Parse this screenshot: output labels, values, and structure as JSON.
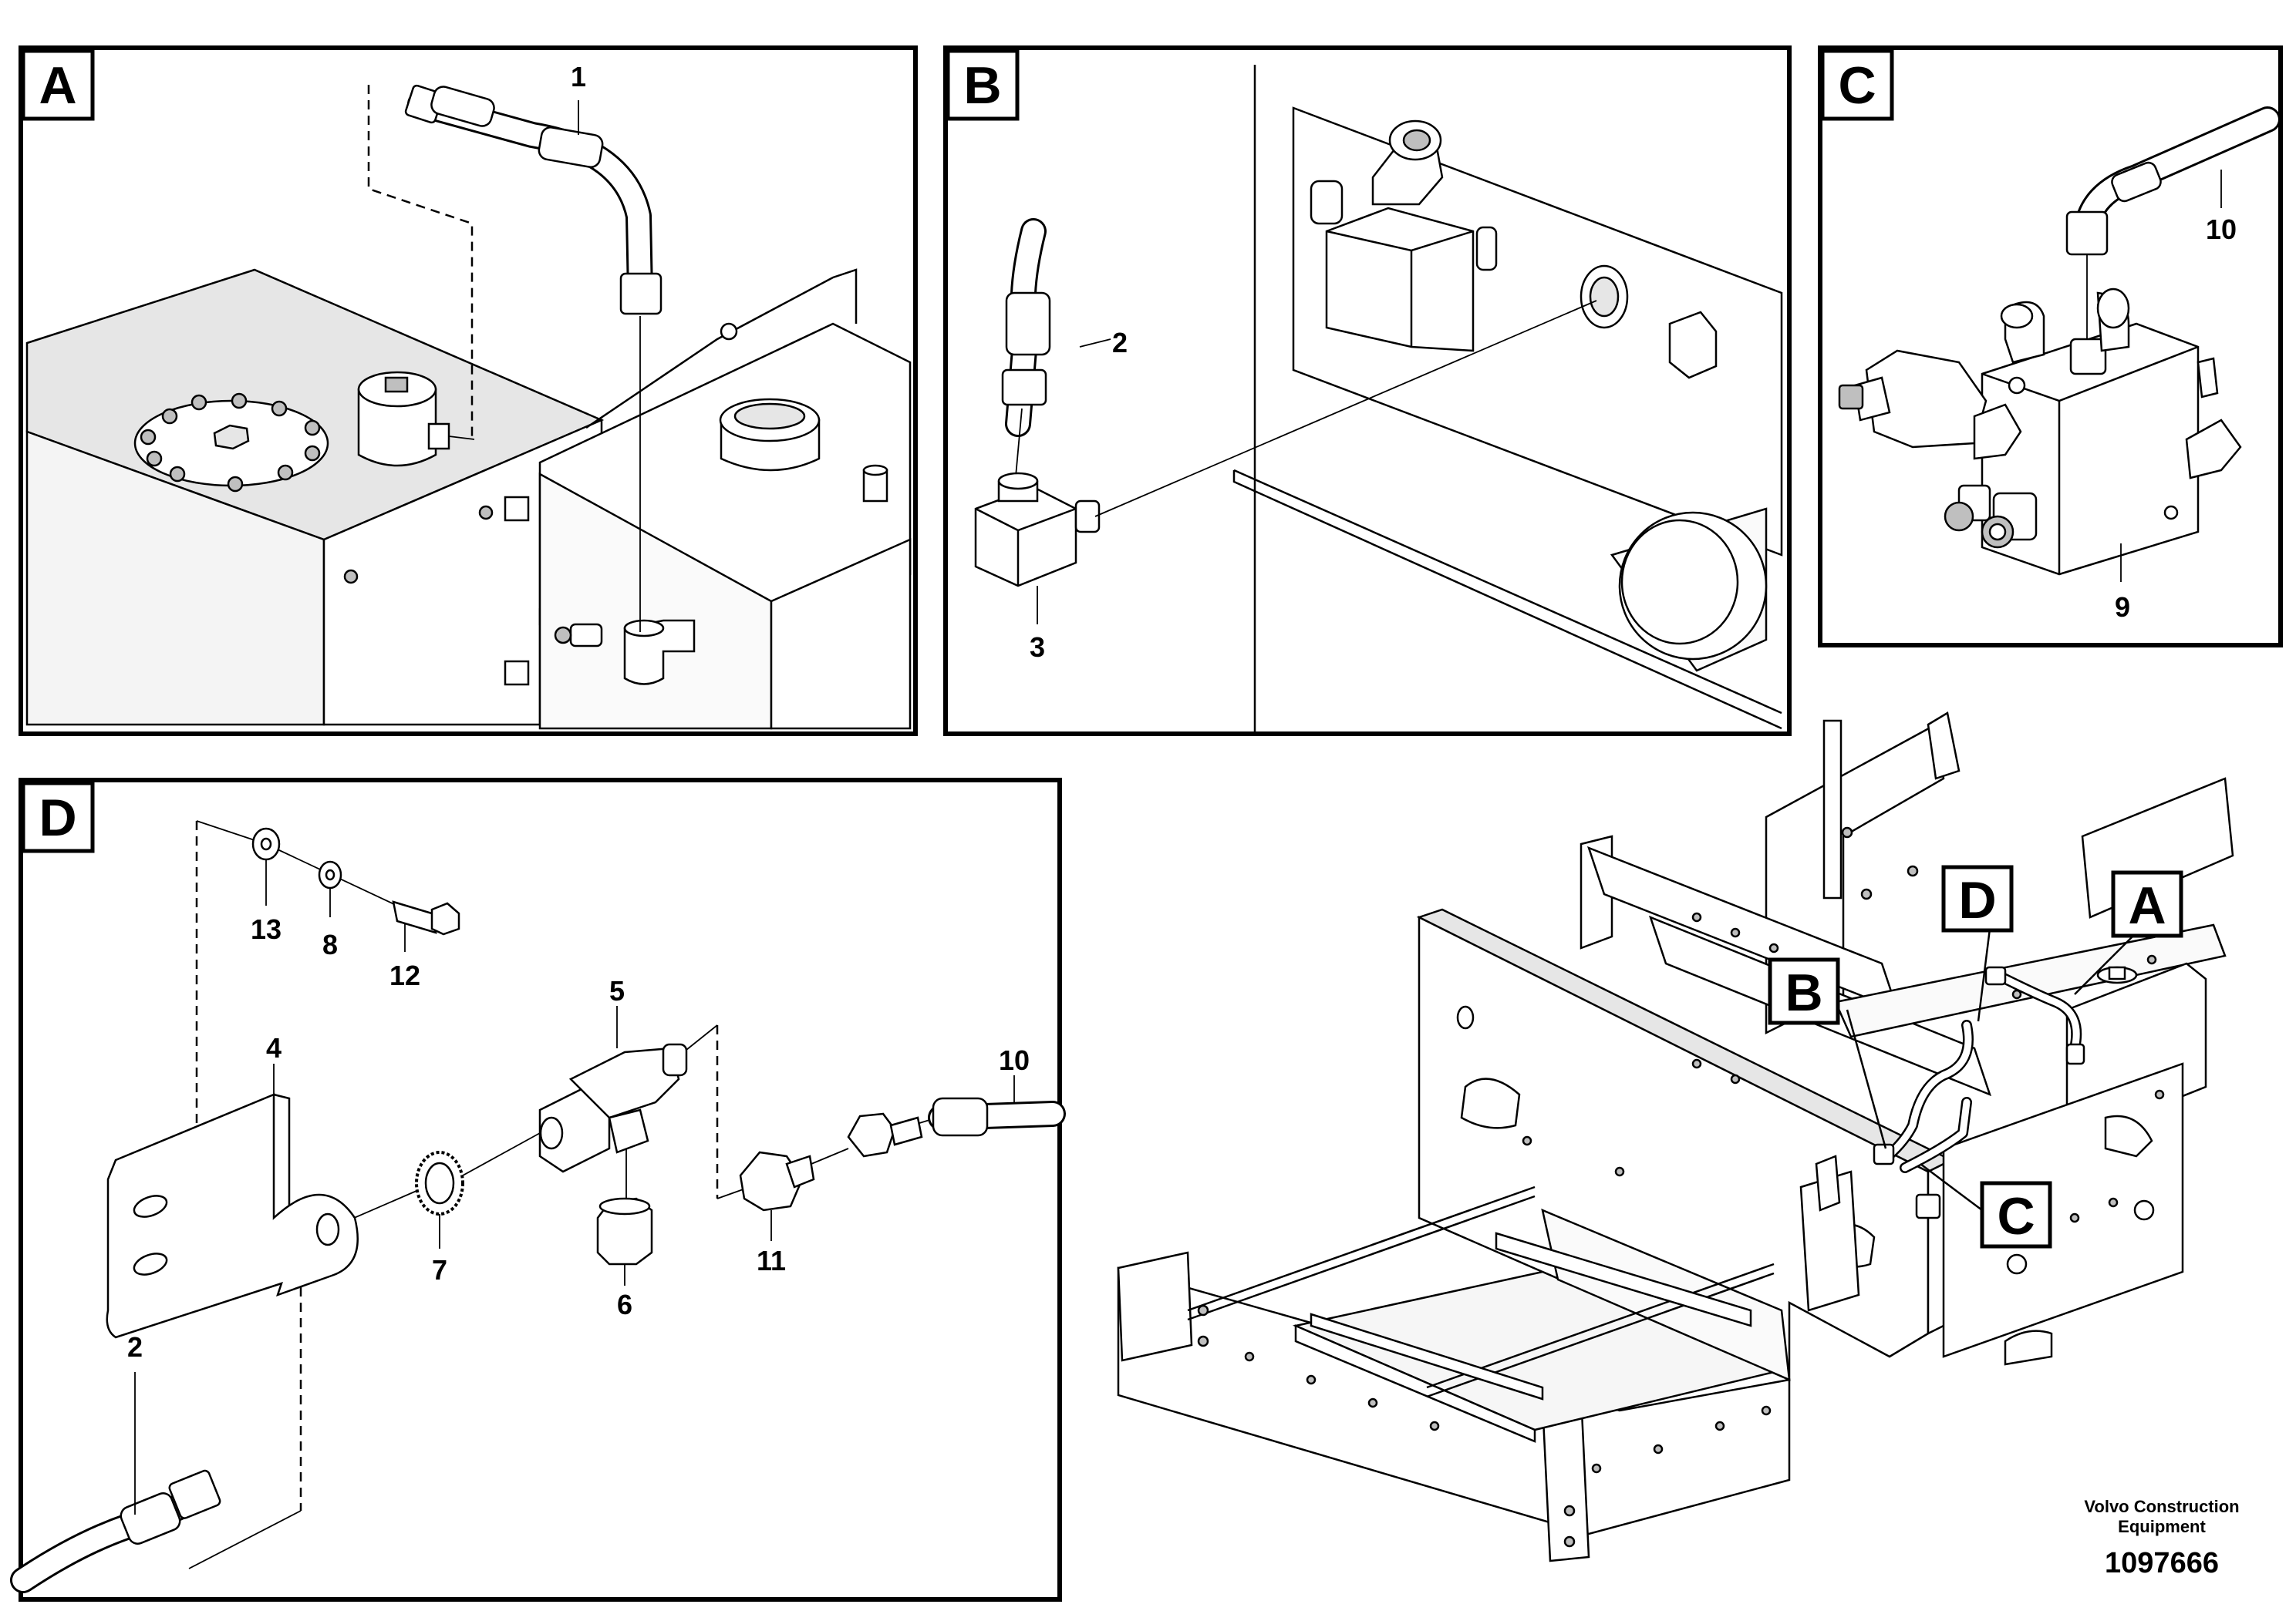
{
  "panels": {
    "A": {
      "label": "A",
      "callouts": [
        "1"
      ]
    },
    "B": {
      "label": "B",
      "callouts": [
        "2",
        "3"
      ]
    },
    "C": {
      "label": "C",
      "callouts": [
        "10",
        "9"
      ]
    },
    "D": {
      "label": "D",
      "callouts": [
        "13",
        "8",
        "12",
        "5",
        "4",
        "10",
        "7",
        "6",
        "11",
        "2"
      ]
    }
  },
  "overview": {
    "markers": [
      "D",
      "A",
      "B",
      "C"
    ]
  },
  "footer": {
    "company_line1": "Volvo Construction",
    "company_line2": "Equipment",
    "drawing_number": "1097666"
  }
}
